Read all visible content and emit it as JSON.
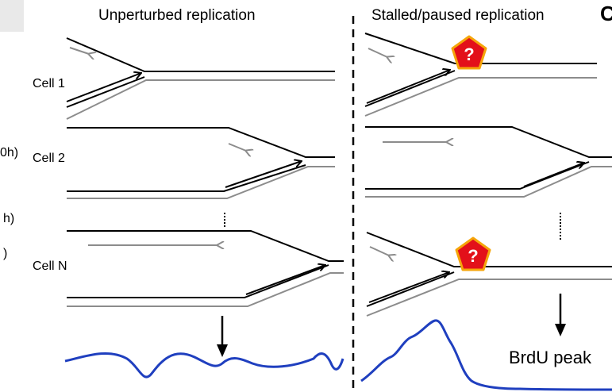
{
  "titles": {
    "left": "Unperturbed replication",
    "right": "Stalled/paused replication"
  },
  "cells": {
    "cell1": "Cell 1",
    "cell2": "Cell 2",
    "cellN": "Cell N"
  },
  "edge_fragments": {
    "a": "0h)",
    "b": "h)",
    "c": ")",
    "panel_letter": "C"
  },
  "stall_badge": {
    "label": "?"
  },
  "peak_label": "BrdU peak",
  "colors": {
    "strand_parent": "#000000",
    "strand_new": "#8c8c8c",
    "profile": "#1f3fbf",
    "stall_fill": "#e3101a",
    "stall_border": "#f5a50a",
    "divider": "#000000"
  }
}
